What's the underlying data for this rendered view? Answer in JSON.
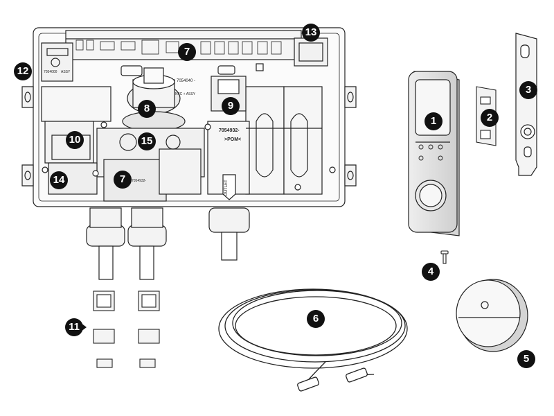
{
  "callouts": [
    {
      "id": "callout-1",
      "num": "1"
    },
    {
      "id": "callout-2",
      "num": "2"
    },
    {
      "id": "callout-3",
      "num": "3"
    },
    {
      "id": "callout-4",
      "num": "4"
    },
    {
      "id": "callout-5",
      "num": "5"
    },
    {
      "id": "callout-6",
      "num": "6"
    },
    {
      "id": "callout-7a",
      "num": "7"
    },
    {
      "id": "callout-7b",
      "num": "7"
    },
    {
      "id": "callout-8",
      "num": "8"
    },
    {
      "id": "callout-9",
      "num": "9"
    },
    {
      "id": "callout-10",
      "num": "10"
    },
    {
      "id": "callout-11",
      "num": "11"
    },
    {
      "id": "callout-12",
      "num": "12"
    },
    {
      "id": "callout-13",
      "num": "13"
    },
    {
      "id": "callout-14",
      "num": "14"
    },
    {
      "id": "callout-15",
      "num": "15"
    }
  ],
  "part_labels": {
    "pcb_label_1": "7054040 -",
    "pcb_label_2": "NFC + ASSY",
    "valve_label": "7054932-",
    "pom_label": ">POM<",
    "outlet_label": "OUTLET",
    "left_box_1": "7054000",
    "left_box_2": "ASSY",
    "lower_label": "7054932-"
  }
}
